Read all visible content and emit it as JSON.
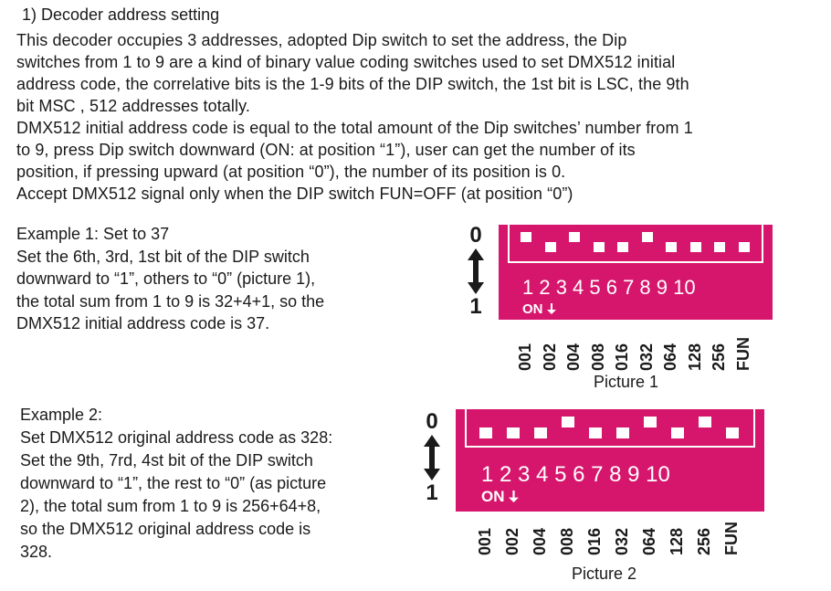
{
  "heading": "1) Decoder address setting",
  "intro_lines": [
    "This decoder occupies 3 addresses, adopted Dip switch to set the address, the Dip",
    "switches from 1 to 9 are a kind of binary value coding switches used to set DMX512 initial",
    "address code, the correlative bits is the 1-9 bits of the DIP switch, the 1st bit is LSC, the 9th",
    "bit MSC , 512 addresses totally.",
    "DMX512 initial address code is equal to the total amount of the Dip switches’ number from 1",
    "to 9, press Dip switch downward (ON: at position “1”), user can get the number of its",
    "position, if pressing upward (at position “0”), the number of its position is 0.",
    "Accept DMX512 signal only when the DIP switch FUN=OFF (at position “0”)"
  ],
  "example1": {
    "lines": [
      "Example 1: Set to 37",
      "Set the 6th, 3rd, 1st bit of the DIP switch",
      "downward to “1”, others to “0” (picture 1),",
      " the total sum from 1 to 9 is 32+4+1, so the",
      "DMX512 initial address code is 37."
    ],
    "caption": "Picture 1",
    "switch_states": [
      1,
      0,
      1,
      0,
      0,
      1,
      0,
      0,
      0,
      0
    ]
  },
  "example2": {
    "lines": [
      "Example 2:",
      "Set DMX512 original address code as 328:",
      "Set the 9th, 7rd, 4st bit of the DIP switch",
      "downward to “1”, the rest to “0” (as picture",
      "2), the total sum from 1 to 9 is 256+64+8,",
      "so the DMX512 original address code is",
      "328."
    ],
    "caption": "Picture 2",
    "switch_states": [
      0,
      0,
      0,
      1,
      0,
      0,
      1,
      0,
      1,
      0
    ]
  },
  "dip": {
    "position_top_label": "0",
    "position_bottom_label": "1",
    "numbers": "1 2 3 4 5 6 7 8 9 10",
    "on_label": "ON",
    "bit_values": [
      "001",
      "002",
      "004",
      "008",
      "016",
      "032",
      "064",
      "128",
      "256",
      "FUN"
    ],
    "arrow_icon": "up-down-arrow-icon",
    "on_arrow_icon": "down-arrow-icon"
  },
  "colors": {
    "switch_body": "#d6166c",
    "text": "#1a1a1a"
  }
}
